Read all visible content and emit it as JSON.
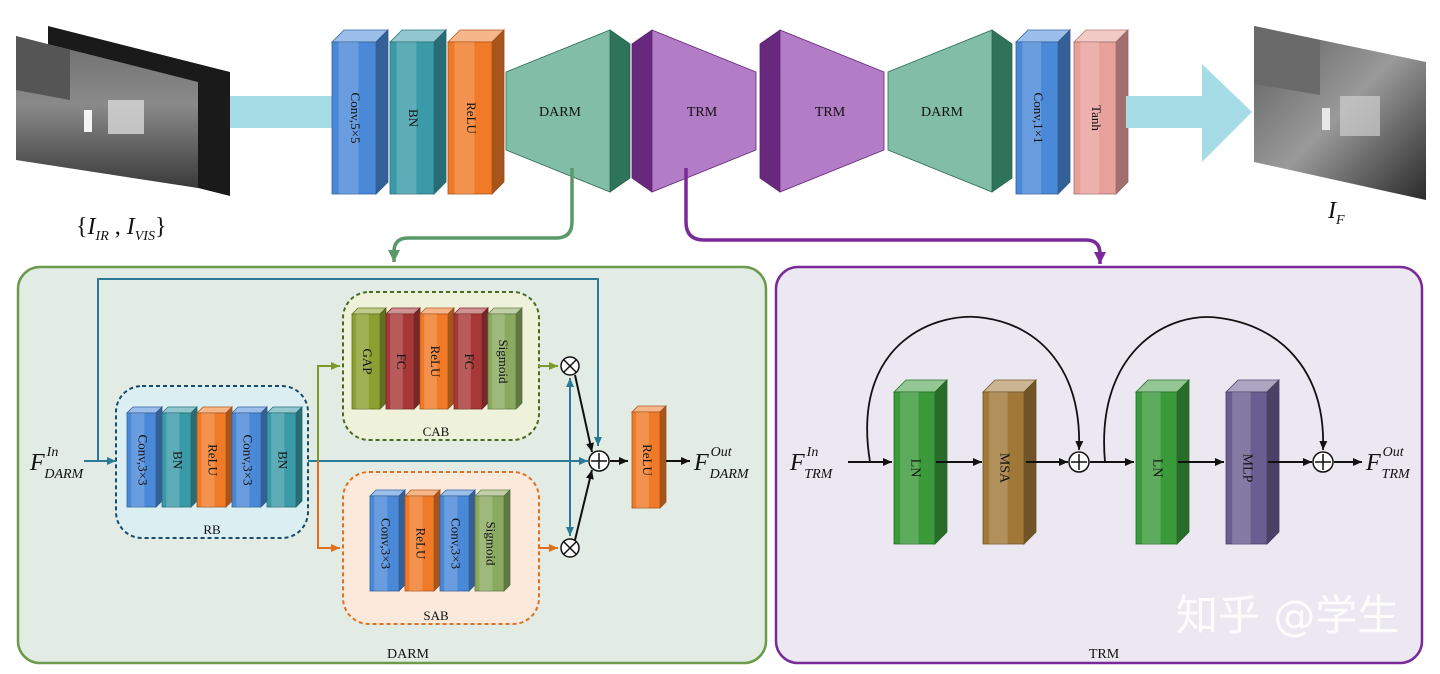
{
  "input_label": {
    "open": "{",
    "i1": "I",
    "i1_sub": "IR",
    "comma": " , ",
    "i2": "I",
    "i2_sub": "VIS",
    "close": "}"
  },
  "output_label": {
    "i": "I",
    "i_sub": "F"
  },
  "pipeline": [
    {
      "label": "Conv,5×5",
      "color": "#4a88d8",
      "shape": "box"
    },
    {
      "label": "BN",
      "color": "#3a9aa8",
      "shape": "box"
    },
    {
      "label": "ReLU",
      "color": "#f07a28",
      "shape": "box"
    },
    {
      "label": "DARM",
      "color": "#3f9a78",
      "shape": "trap-down"
    },
    {
      "label": "TRM",
      "color": "#8a35a8",
      "shape": "trap-up"
    },
    {
      "label": "TRM",
      "color": "#8a35a8",
      "shape": "trap-up"
    },
    {
      "label": "DARM",
      "color": "#3f9a78",
      "shape": "trap-down"
    },
    {
      "label": "Conv,1×1",
      "color": "#4a88d8",
      "shape": "box"
    },
    {
      "label": "Tanh",
      "color": "#e8a09a",
      "shape": "box"
    }
  ],
  "darm_panel": {
    "title": "DARM",
    "in": {
      "main": "F",
      "sup": "In",
      "sub": "DARM"
    },
    "out": {
      "main": "F",
      "sup": "Out",
      "sub": "DARM"
    },
    "rb": {
      "title": "RB",
      "blocks": [
        "Conv,3×3",
        "BN",
        "ReLU",
        "Conv,3×3",
        "BN"
      ]
    },
    "cab": {
      "title": "CAB",
      "blocks": [
        "GAP",
        "FC",
        "ReLU",
        "FC",
        "Sigmoid"
      ]
    },
    "sab": {
      "title": "SAB",
      "blocks": [
        "Conv,3×3",
        "ReLU",
        "Conv,3×3",
        "Sigmoid"
      ]
    },
    "relu": "ReLU"
  },
  "trm_panel": {
    "title": "TRM",
    "in": {
      "main": "F",
      "sup": "In",
      "sub": "TRM"
    },
    "out": {
      "main": "F",
      "sup": "Out",
      "sub": "TRM"
    },
    "blocks": [
      "LN",
      "MSA",
      "LN",
      "MLP"
    ]
  },
  "colors": {
    "conv": "#4a88d8",
    "bn": "#3a9aa8",
    "relu": "#f07a28",
    "darm": "#3f9a78",
    "trm": "#8a35a8",
    "tanh": "#e8a09a",
    "gap": "#8aa030",
    "fc": "#a83838",
    "sigmoid": "#8aaa60",
    "ln": "#3a9a3a",
    "msa": "#a07838",
    "mlp": "#6a5e90",
    "darm_bg": "#e2ece4",
    "trm_bg": "#ece8f2",
    "arrow_fill": "#a6dce6"
  },
  "watermark": "知乎 @学生"
}
